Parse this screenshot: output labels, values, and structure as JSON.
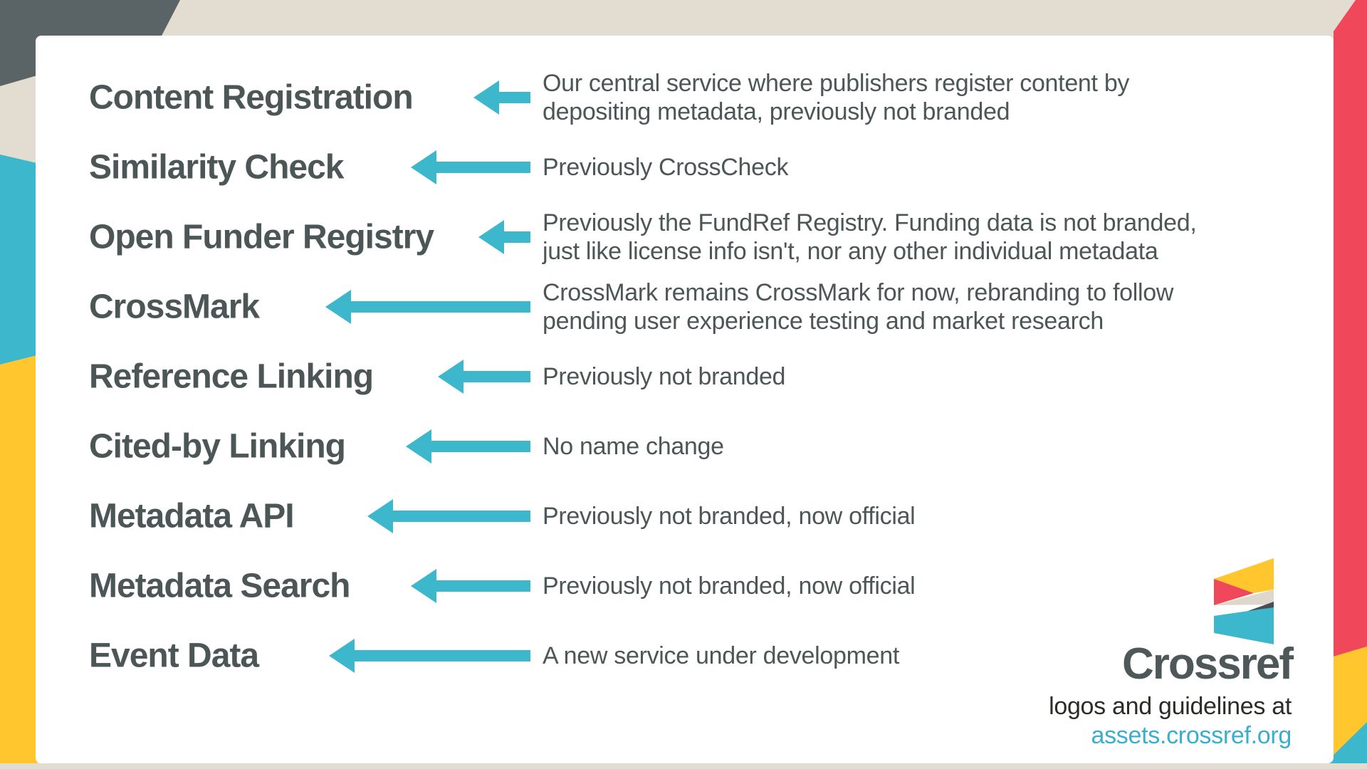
{
  "poster": {
    "rows": [
      {
        "title": "Content Registration",
        "desc": [
          "Our central service where publishers register content by",
          "depositing metadata, previously not branded"
        ]
      },
      {
        "title": "Similarity Check",
        "desc": [
          "Previously CrossCheck"
        ]
      },
      {
        "title": "Open Funder Registry",
        "desc": [
          "Previously the FundRef Registry. Funding data is not branded,",
          "just like license info isn't, nor any other individual metadata"
        ]
      },
      {
        "title": "CrossMark",
        "desc": [
          "CrossMark remains CrossMark for now, rebranding to follow",
          "pending user experience testing and market research"
        ]
      },
      {
        "title": "Reference Linking",
        "desc": [
          "Previously not branded"
        ]
      },
      {
        "title": "Cited-by Linking",
        "desc": [
          "No name change"
        ]
      },
      {
        "title": "Metadata API",
        "desc": [
          "Previously not branded, now official"
        ]
      },
      {
        "title": "Metadata Search",
        "desc": [
          "Previously not branded, now official"
        ]
      },
      {
        "title": "Event Data",
        "desc": [
          "A new service under development"
        ]
      }
    ],
    "footer": {
      "wordmark": "Crossref",
      "caption": "logos and guidelines at",
      "link": "assets.crossref.org"
    },
    "colors": {
      "teal": "#3CB7CC",
      "yellow": "#FFC62E",
      "red": "#F0485A",
      "beige": "#E2DDD0",
      "slate_corner": "#5A6466",
      "text": "#4D5656",
      "wordmark": "#4F5858",
      "caption": "#2B2B28",
      "link": "#3BAECB"
    }
  }
}
